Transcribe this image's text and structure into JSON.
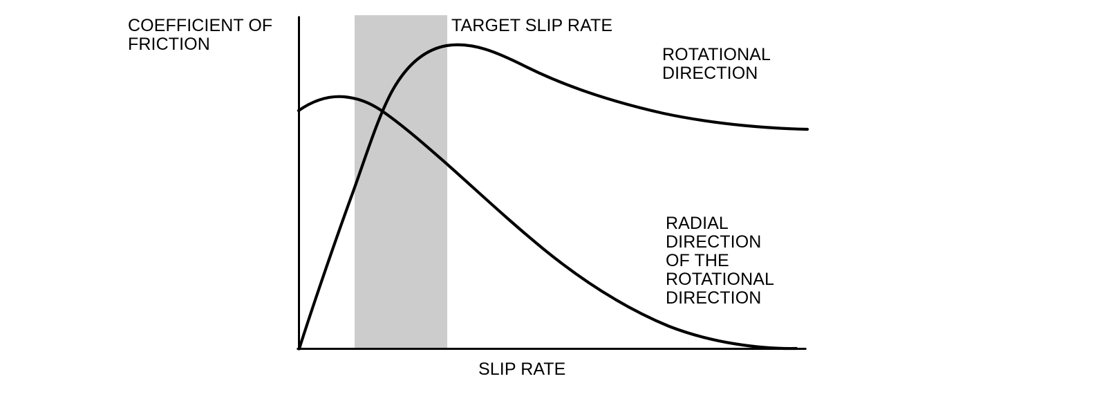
{
  "figure": {
    "background_color": "#ffffff",
    "line_color": "#000000",
    "band_color": "#cccccc",
    "axes": {
      "y_axis_title": "COEFFICIENT OF\nFRICTION",
      "x_axis_title": "SLIP RATE"
    },
    "annotations": {
      "target_band_label": "TARGET SLIP RATE",
      "rotational_curve_label": "ROTATIONAL\nDIRECTION",
      "radial_curve_label": "RADIAL\nDIRECTION\nOF THE\nROTATIONAL\nDIRECTION"
    }
  },
  "chart_data": {
    "type": "line",
    "title": "",
    "xlabel": "SLIP RATE",
    "ylabel": "COEFFICIENT OF FRICTION",
    "grid": false,
    "legend": "inline-annotations",
    "axis_ranges": {
      "x": [
        0,
        1
      ],
      "y": [
        0,
        1
      ]
    },
    "axis_ticks": {
      "x": [],
      "y": []
    },
    "shaded_region": {
      "name": "TARGET SLIP RATE",
      "x_start": 0.11,
      "x_end": 0.295,
      "color": "#cccccc"
    },
    "series": [
      {
        "name": "ROTATIONAL DIRECTION",
        "description": "Rises steeply from origin, peaks just past the target slip rate band, then decays gradually.",
        "x": [
          0.0,
          0.05,
          0.1,
          0.14,
          0.17,
          0.2,
          0.24,
          0.29,
          0.35,
          0.42,
          0.5,
          0.6,
          0.7,
          0.8,
          0.9,
          1.0
        ],
        "y": [
          0.0,
          0.21,
          0.42,
          0.58,
          0.69,
          0.78,
          0.86,
          0.91,
          0.915,
          0.89,
          0.855,
          0.8,
          0.745,
          0.69,
          0.64,
          0.6
        ]
      },
      {
        "name": "RADIAL DIRECTION OF THE ROTATIONAL DIRECTION",
        "description": "Starts at a moderate value, small early hump, then falls steadily to zero at maximum slip rate.",
        "x": [
          0.0,
          0.05,
          0.09,
          0.12,
          0.16,
          0.22,
          0.29,
          0.36,
          0.45,
          0.55,
          0.65,
          0.75,
          0.85,
          0.93,
          1.0
        ],
        "y": [
          0.715,
          0.755,
          0.76,
          0.745,
          0.715,
          0.655,
          0.58,
          0.495,
          0.385,
          0.265,
          0.165,
          0.09,
          0.035,
          0.012,
          0.0
        ]
      }
    ]
  }
}
